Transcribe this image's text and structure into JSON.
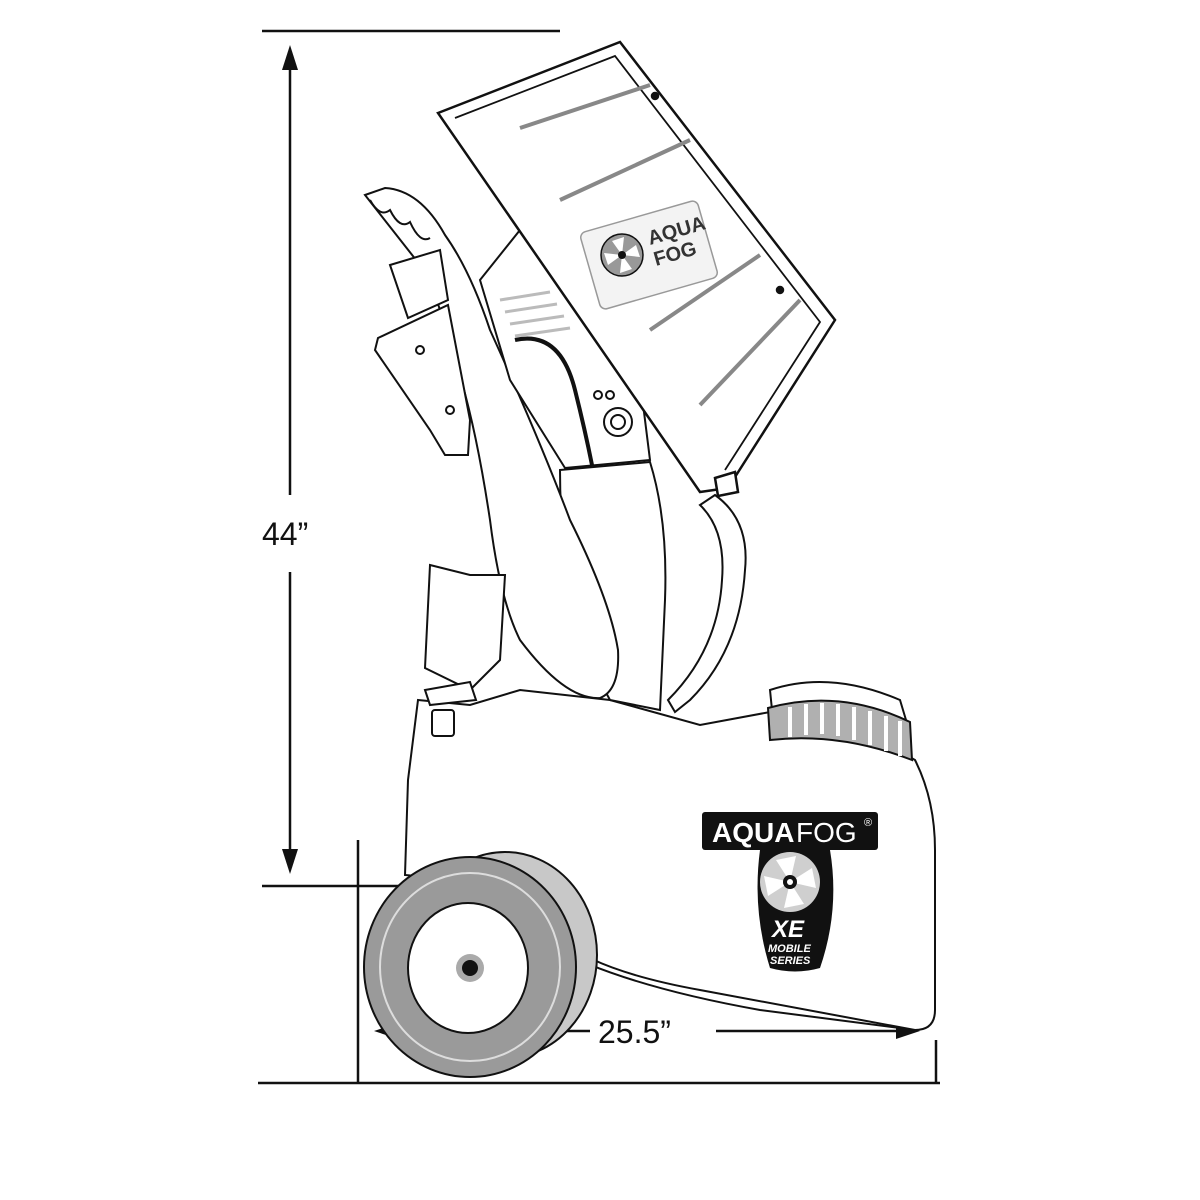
{
  "dimensions": {
    "height_label": "44”",
    "width_label": "25.5”"
  },
  "branding": {
    "logo_aqua": "AQUA",
    "logo_fog": "FOG",
    "logo_registered": "®",
    "badge_model": "XE",
    "badge_line1": "MOBILE",
    "badge_line2": "SERIES",
    "panel_logo_aqua": "AQUA",
    "panel_logo_fog": "FOG"
  },
  "colors": {
    "line": "#111111",
    "wheel_tire": "#9a9a9a",
    "wheel_rim": "#bdbdbd",
    "cap": "#b0b0b0",
    "body_fill": "#ffffff",
    "shade": "#c8c8c8"
  },
  "icons": [
    "fan-icon",
    "fan-icon-panel"
  ]
}
